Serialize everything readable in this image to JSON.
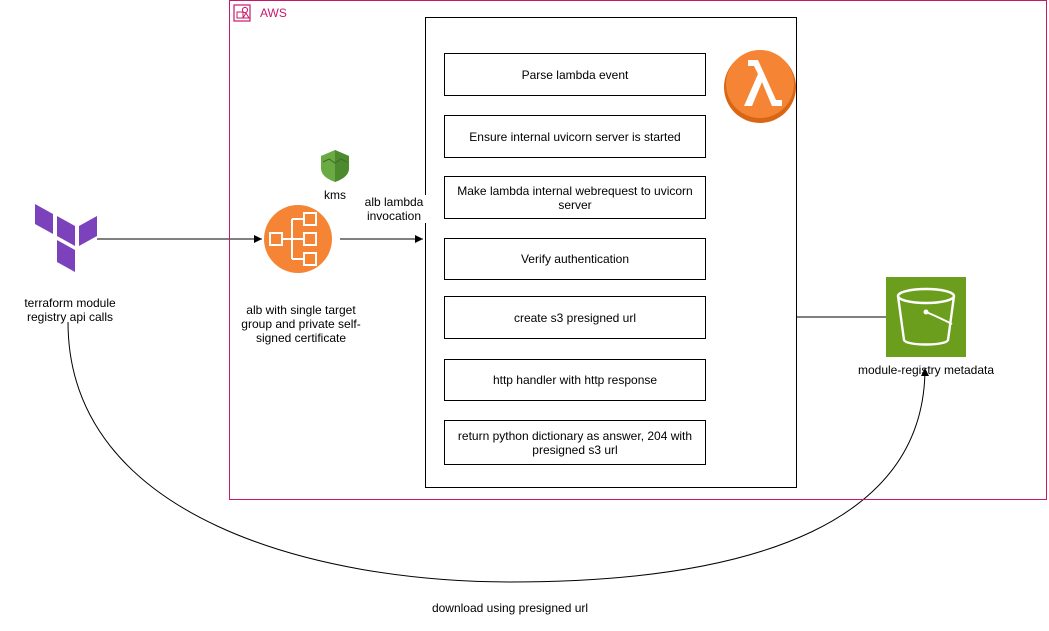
{
  "aws_group": {
    "label": "AWS"
  },
  "icons": {
    "aws_group_icon": "aws-cloud-group-icon",
    "terraform": "terraform-icon",
    "alb": "application-load-balancer-icon",
    "kms": "kms-shield-icon",
    "lambda": "lambda-icon",
    "s3": "s3-bucket-icon"
  },
  "colors": {
    "aws_frame": "#c7196b",
    "terraform": "#7b42bc",
    "alb": "#f58534",
    "kms": "#6aaa43",
    "lambda": "#f58534",
    "s3": "#6c9e1e"
  },
  "nodes": {
    "terraform": "terraform module registry api calls",
    "alb": "alb with single target group and private self-signed certificate",
    "kms": "kms",
    "s3": "module-registry metadata"
  },
  "edges": {
    "alb_to_lambda": "alb lambda invocation",
    "download": "download using presigned url"
  },
  "lambda_steps": [
    "Parse lambda event",
    "Ensure internal uvicorn server is started",
    "Make lambda internal webrequest to uvicorn server",
    "Verify authentication",
    "create s3 presigned url",
    "http handler with http response",
    "return python dictionary as answer, 204 with presigned s3 url"
  ]
}
